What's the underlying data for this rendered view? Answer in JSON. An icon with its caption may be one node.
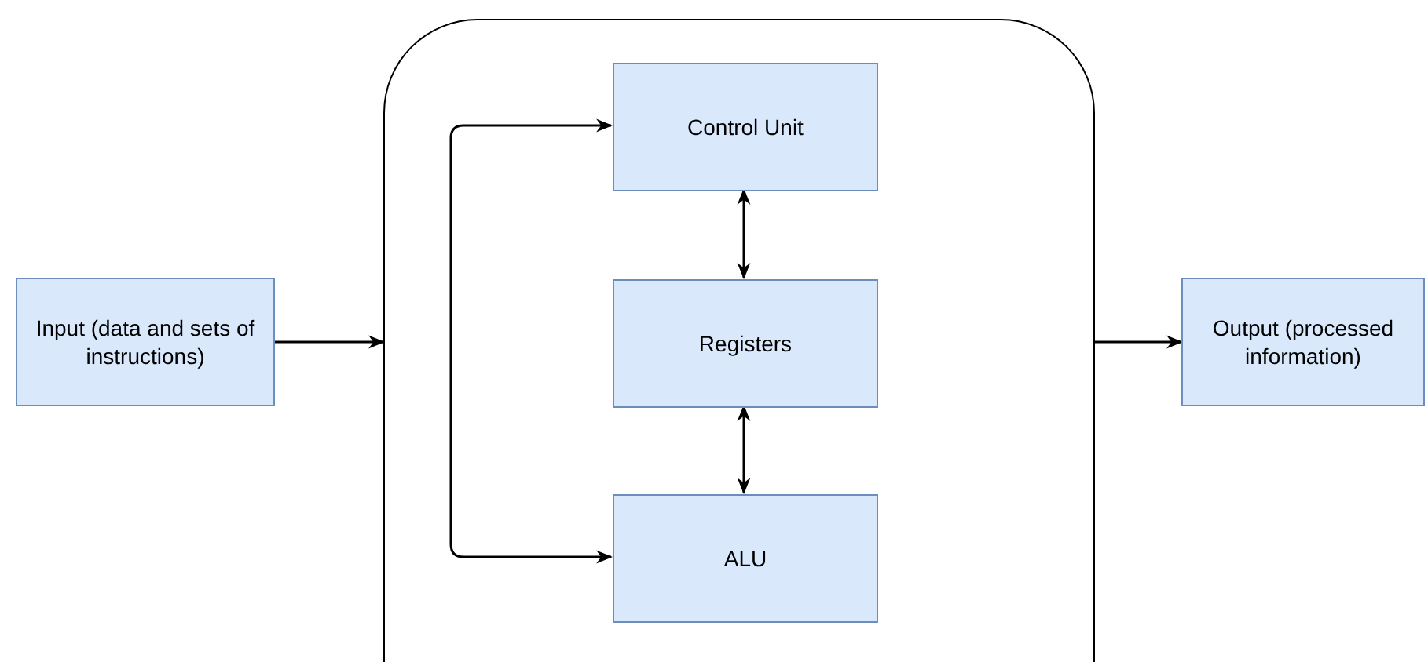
{
  "diagram": {
    "nodes": [
      {
        "text": [
          "Input (data and sets of instructions)"
        ]
      },
      {
        "text": [],
        "shape": "box"
      },
      {
        "text": [
          "Control Unit"
        ],
        "in": 1
      },
      {
        "text": [
          "Registers"
        ],
        "in": 1
      },
      {
        "text": [
          "ALU"
        ],
        "in": 1
      },
      {
        "text": [
          "Output (processed information)"
        ]
      }
    ],
    "edges": [
      {
        "from": 0,
        "to": 1,
        "arrow": "to"
      },
      {
        "from": 1,
        "to": 5,
        "arrow": "to"
      },
      {
        "from": 2,
        "to": 3,
        "arrow": "both"
      },
      {
        "from": 3,
        "to": 4,
        "arrow": "both"
      },
      {
        "from": 2,
        "to": 4,
        "arrow": "both"
      }
    ]
  }
}
